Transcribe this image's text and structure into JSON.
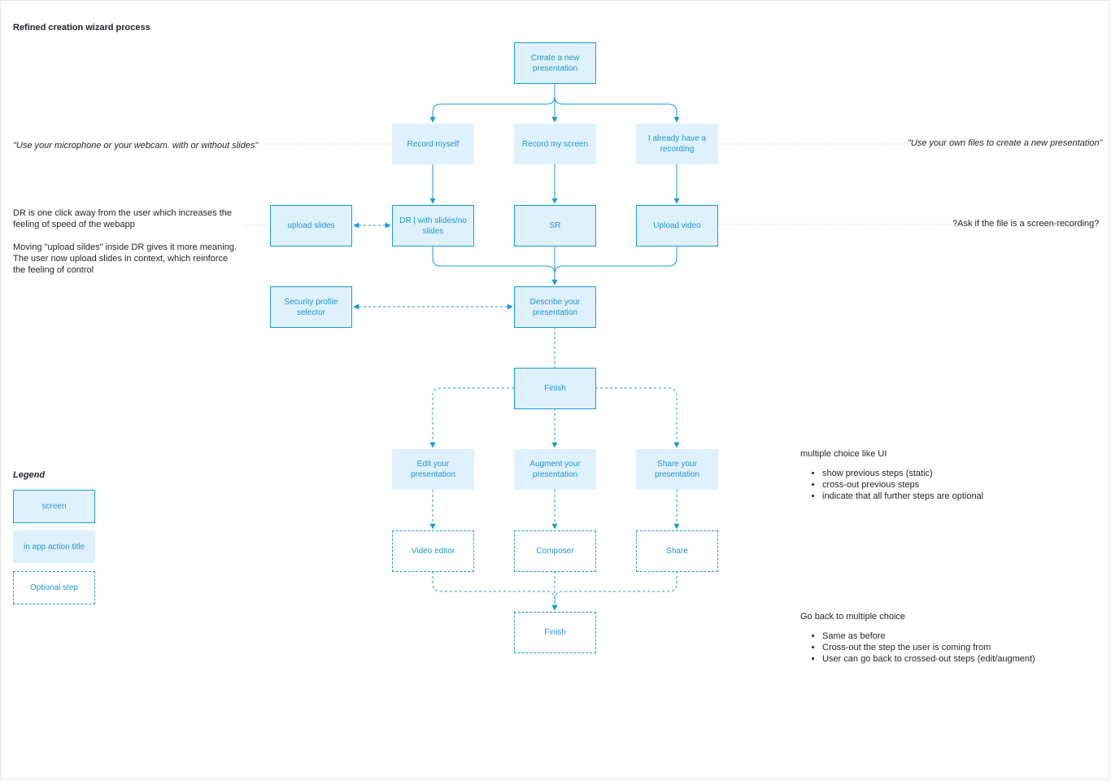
{
  "title": "Refined creation wizard process",
  "boxes": {
    "create": "Create a new presentation",
    "record_myself": "Record myself",
    "record_screen": "Record my screen",
    "already_recording": "I already have a recording",
    "upload_slides": "upload slides",
    "dr": "DR | with slides/no slides",
    "sr": "SR",
    "upload_video": "Upload video",
    "security": "Security profile selector",
    "describe": "Describe your presentation",
    "finish1": "Finish",
    "edit": "Edit your presentation",
    "augment": "Augment your presentation",
    "share_action": "Share your presentation",
    "video_editor": "Video editor",
    "composer": "Composer",
    "share": "Share",
    "finish2": "Finish"
  },
  "notes": {
    "left_quote": "\"Use your microphone or your webcam. with or without slides\"",
    "right_quote": "\"Use your own files to create a new presentation\"",
    "dr_para1": "DR is one click away from the user which increases the feeling of speed of the webapp",
    "dr_para2": "Moving \"upload sildes\" inside DR gives it more meaning. The user now upload slides in context, which reinforce the feeling of control",
    "ask": "?Ask if the file is a screen-recording?",
    "mc_title": "multiple choice like UI",
    "mc_items": [
      "show previous steps (static)",
      "cross-out previous steps",
      "indicate that all further steps are optional"
    ],
    "back_title": "Go back to multiple choice",
    "back_items": [
      "Same as before",
      "Cross-out the step the user is coming from",
      "User can go back to crossed-out steps (edit/augment)"
    ]
  },
  "legend": {
    "title": "Legend",
    "screen": "screen",
    "action": "in app action title",
    "optional": "Optional step"
  },
  "colors": {
    "accent": "#1b9bd8",
    "box_fill": "#dff1fc",
    "text": "#1f2329"
  }
}
